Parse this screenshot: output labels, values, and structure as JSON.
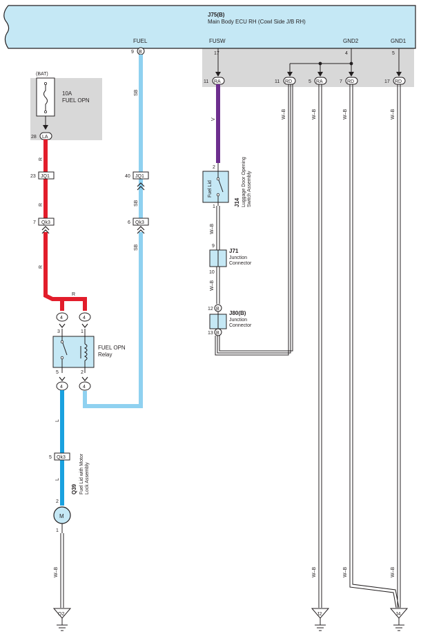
{
  "ecu": {
    "code": "J75(B)",
    "name": "Main Body ECU RH (Cowl Side J/B RH)",
    "pins": {
      "fuel": "FUEL",
      "fusw": "FUSW",
      "gnd2": "GND2",
      "gnd1": "GND1"
    },
    "pin_numbers": {
      "fuel": "9",
      "fusw": "17",
      "gnd2": "4",
      "gnd1": "5"
    },
    "fuel_conn": "B"
  },
  "junction_block": {
    "pins": [
      {
        "num": "11",
        "conn": "RA"
      },
      {
        "num": "11",
        "conn": "RD"
      },
      {
        "num": "5",
        "conn": "RA"
      },
      {
        "num": "7",
        "conn": "RD"
      },
      {
        "num": "17",
        "conn": "RD"
      }
    ]
  },
  "fuse": {
    "source": "(BAT)",
    "rating": "10A",
    "name": "FUEL OPN",
    "out_pin": "28",
    "out_conn": "LA"
  },
  "connectors": {
    "jq1_left": {
      "pin": "23",
      "name": "JQ1"
    },
    "qk3_left": {
      "pin": "7",
      "name": "Qk3"
    },
    "jq1_right": {
      "pin": "40",
      "name": "JQ1"
    },
    "qk3_right": {
      "pin": "6",
      "name": "Qk3"
    },
    "qk3_lower": {
      "pin": "5",
      "name": "Qk3"
    }
  },
  "relay": {
    "name": "FUEL OPN",
    "sub": "Relay",
    "conn": "4",
    "pins": {
      "p3": "3",
      "p1": "1",
      "p5": "5",
      "p2": "2"
    }
  },
  "switch_j14": {
    "code": "J14",
    "name1": "Luggage Door Opening",
    "name2": "Switch Assembly",
    "label": "Fuel Lid",
    "pin_top": "2",
    "pin_bottom": "1"
  },
  "j71": {
    "code": "J71",
    "name1": "Junction",
    "name2": "Connector",
    "pin_top": "9",
    "pin_bottom": "10"
  },
  "j80": {
    "code": "J80(B)",
    "name1": "Junction",
    "name2": "Connector",
    "pin_top": "12",
    "pin_bottom": "13",
    "conn": "B"
  },
  "motor": {
    "code": "Q39",
    "name1": "Fuel Lid with Motor",
    "name2": "Lock Assembly",
    "symbol": "M",
    "pin_top": "2",
    "pin_bottom": "1"
  },
  "wire_colors": {
    "r": "R",
    "sb": "SB",
    "v": "V",
    "wb": "W–B",
    "l": "L"
  },
  "grounds": {
    "q2": "Q2",
    "j2": "J2",
    "j4": "J4"
  },
  "colors": {
    "ecu_fill": "#c5e8f5",
    "panel_gray": "#d8d8d8",
    "red_wire": "#e21d2b",
    "sky_wire": "#8fd1f0",
    "blue_wire": "#1aa1df",
    "violet_wire": "#6d2e8e"
  }
}
